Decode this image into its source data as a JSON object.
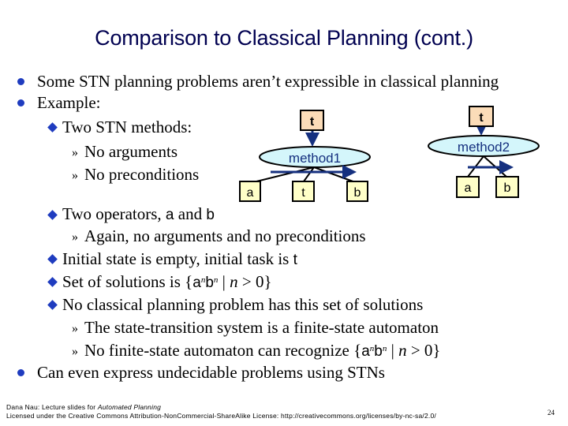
{
  "slide": {
    "title": "Comparison to Classical Planning (cont.)",
    "page_number": "24"
  },
  "bullets": [
    {
      "level": 1,
      "text": "Some STN planning problems aren’t expressible in classical planning"
    },
    {
      "level": 1,
      "text": "Example:"
    },
    {
      "level": 2,
      "text": "Two STN methods:"
    },
    {
      "level": 3,
      "text": "No arguments"
    },
    {
      "level": 3,
      "text": "No preconditions"
    },
    {
      "level": 2,
      "text_pre": "Two operators, ",
      "op_a": "a",
      "text_mid": " and ",
      "op_b": "b"
    },
    {
      "level": 3,
      "text": "Again, no arguments and no preconditions"
    },
    {
      "level": 2,
      "text_pre": "Initial state is empty, initial task is ",
      "task": "t"
    },
    {
      "level": 2,
      "text_pre": "Set of solutions is {",
      "a": "a",
      "n1": "n",
      "b": "b",
      "n2": "n",
      "sep": " | ",
      "n3": "n",
      "text_post": " > 0}"
    },
    {
      "level": 2,
      "text": "No classical planning problem has this set of solutions"
    },
    {
      "level": 3,
      "text": "The state-transition system is a finite-state automaton"
    },
    {
      "level": 3,
      "text_pre": "No finite-state automaton can recognize {",
      "a": "a",
      "n1": "n",
      "b": "b",
      "n2": "n",
      "sep": " | ",
      "n3": "n",
      "text_post": " > 0}"
    },
    {
      "level": 1,
      "text": "Can even express undecidable problems using STNs"
    }
  ],
  "markers": {
    "level3": "»"
  },
  "diagram": {
    "method1": {
      "task": "t",
      "label": "method1",
      "subtasks": [
        "a",
        "t",
        "b"
      ]
    },
    "method2": {
      "task": "t",
      "label": "method2",
      "subtasks": [
        "a",
        "b"
      ]
    },
    "colors": {
      "task_box": "#fbdcb8",
      "subtask_box": "#ffffc8",
      "oval": "#d4f6fb",
      "arrow": "#15307f",
      "label": "#15307f",
      "bullet": "#1f3cbf",
      "title": "#000050"
    }
  },
  "footer": {
    "line1_pre": "Dana Nau: Lecture slides for ",
    "line1_italic": "Automated Planning",
    "line2": "Licensed under the Creative Commons Attribution-NonCommercial-ShareAlike License: http://creativecommons.org/licenses/by-nc-sa/2.0/"
  }
}
